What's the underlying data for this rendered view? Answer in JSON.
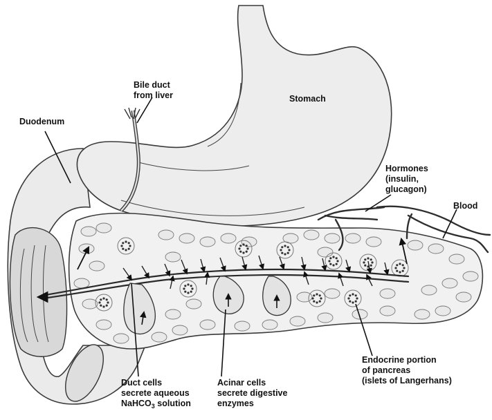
{
  "labels": {
    "bile_duct": [
      "Bile duct",
      "from liver"
    ],
    "stomach": "Stomach",
    "duodenum": "Duodenum",
    "hormones": [
      "Hormones",
      "(insulin,",
      "glucagon)"
    ],
    "blood": "Blood",
    "endocrine": [
      "Endocrine portion",
      "of pancreas",
      "(islets of Langerhans)"
    ],
    "acinar": [
      "Acinar cells",
      "secrete digestive",
      "enzymes"
    ],
    "duct_cells": [
      "Duct cells",
      "secrete aqueous",
      "NaHCO",
      "3",
      " solution"
    ]
  }
}
